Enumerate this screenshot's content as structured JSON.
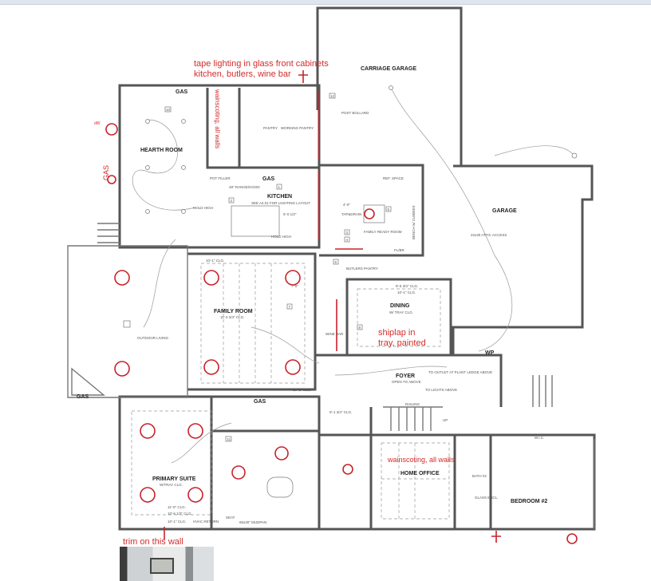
{
  "rooms": {
    "carriage_garage": "CARRIAGE GARAGE",
    "hearth_room": "HEARTH ROOM",
    "kitchen": "KITCHEN",
    "kitchen_note": "SEE A4.01 FOR LIGHTING LAYOUT",
    "pantry": "PANTRY",
    "working_pantry": "WORKING PANTRY",
    "family_ready_room": "FAMILY READY ROOM",
    "garage": "GARAGE",
    "family_room": "FAMILY ROOM",
    "family_room_clg": "11'-3 3/4\" CLG.",
    "outdoor_living": "OUTDOOR LIVING",
    "butlers_pantry": "BUTLERS PANTRY",
    "dining": "DINING",
    "dining_clg": "W/ TRAY CLG.",
    "foyer": "FOYER",
    "foyer_note": "OPEN TO ABOVE",
    "primary_suite": "PRIMARY SUITE",
    "primary_clg": "W/TRAY CLG.",
    "home_office": "HOME OFFICE",
    "bath2": "BATH #2",
    "bedroom2": "BEDROOM #2",
    "wic": "W.I.C.",
    "railing": "RAILING",
    "up": "UP",
    "seat": "SEAT",
    "glass_encl": "GLASS ENCL.",
    "wine_bar": "WINE BAR"
  },
  "notes": {
    "pot_filler": "POT FILLER",
    "range_hood": "48\" RANGE/HOOD",
    "gas": "GAS",
    "hold_high": "HOLD HIGH",
    "post_bollard": "POST BOLLARD",
    "ref_space": "REF. SPACE",
    "tap_drain": "TAP&DRAIN",
    "bench": "BENCH w/ CUBBIES",
    "flbr": "FL/BR",
    "clg_10_1": "10'-1\" CLG.",
    "dining_clg_1": "9'-5 3/4\" CLG.",
    "dining_clg_2": "10'-1\" CLG.",
    "outlet_note": "TO OUTLET AT PLANT LEDGE ABOVE",
    "lights_note": "TO LIGHTS ABOVE",
    "office_clg": "9'-1 3/4\" CLG.",
    "primary_clg_1": "11'-0\" CLG.",
    "primary_clg_2": "10'-6 1/2\" CLG.",
    "primary_clg_3": "10'-1\" CLG.",
    "hvac": "HVAC RETURN",
    "tub": "65x30\" MUDPAN",
    "attic_access": "22x30 ATTIC ACCESS",
    "wp": "WP",
    "dim_7_0": "7'-0\"",
    "dim_4_0": "4'-0\"",
    "dim_5_0": "5'-0 1/2\""
  },
  "annotations": {
    "tape_lighting_1": "tape lighting in glass front cabinets",
    "tape_lighting_2": "kitchen, butlers, wine bar",
    "shiplap_1": "shiplap in",
    "shiplap_2": "tray, painted",
    "wainscoting": "wainscoting, all walls",
    "wainscoting_powder": "wainscoting, all walls",
    "trim": "trim on this wall",
    "gas_red": "GAS",
    "dw": "dW"
  },
  "tags": [
    "1",
    "2",
    "3",
    "4",
    "5",
    "6",
    "7",
    "8",
    "10",
    "11",
    "12"
  ],
  "colors": {
    "markup": "#d52b2b",
    "wall": "#555555"
  }
}
